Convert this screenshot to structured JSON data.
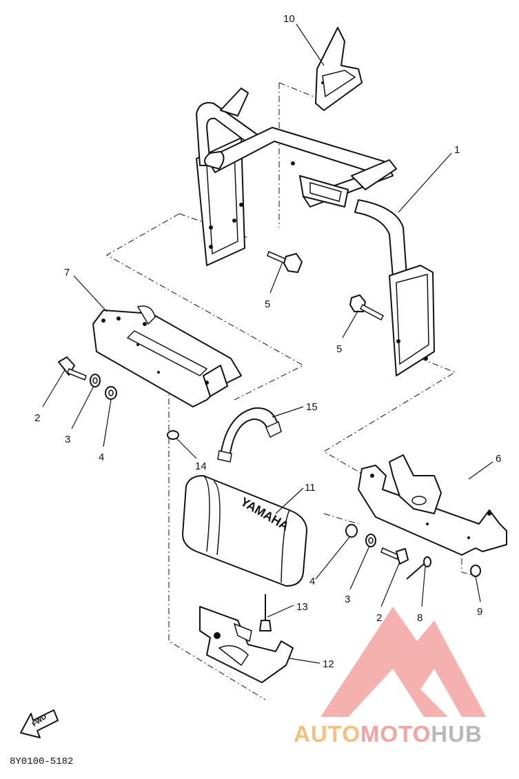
{
  "diagram_code": "8Y0100-5182",
  "fwd_label": "FWD",
  "brand": {
    "text_a": "AUTO",
    "text_b": "MOTO",
    "text_c": "HUB",
    "color_a": "#f5c07a",
    "color_b": "#f3a3a0",
    "color_c": "#b9b9b9"
  },
  "callouts": [
    {
      "id": "c1",
      "label": "1"
    },
    {
      "id": "c2a",
      "label": "2"
    },
    {
      "id": "c2b",
      "label": "2"
    },
    {
      "id": "c3a",
      "label": "3"
    },
    {
      "id": "c3b",
      "label": "3"
    },
    {
      "id": "c4a",
      "label": "4"
    },
    {
      "id": "c4b",
      "label": "4"
    },
    {
      "id": "c5a",
      "label": "5"
    },
    {
      "id": "c5b",
      "label": "5"
    },
    {
      "id": "c6",
      "label": "6"
    },
    {
      "id": "c7",
      "label": "7"
    },
    {
      "id": "c8",
      "label": "8"
    },
    {
      "id": "c9",
      "label": "9"
    },
    {
      "id": "c10",
      "label": "10"
    },
    {
      "id": "c11",
      "label": "11"
    },
    {
      "id": "c12",
      "label": "12"
    },
    {
      "id": "c13",
      "label": "13"
    },
    {
      "id": "c14",
      "label": "14"
    },
    {
      "id": "c15",
      "label": "15"
    }
  ],
  "battery_lettering": "YAMAHA"
}
